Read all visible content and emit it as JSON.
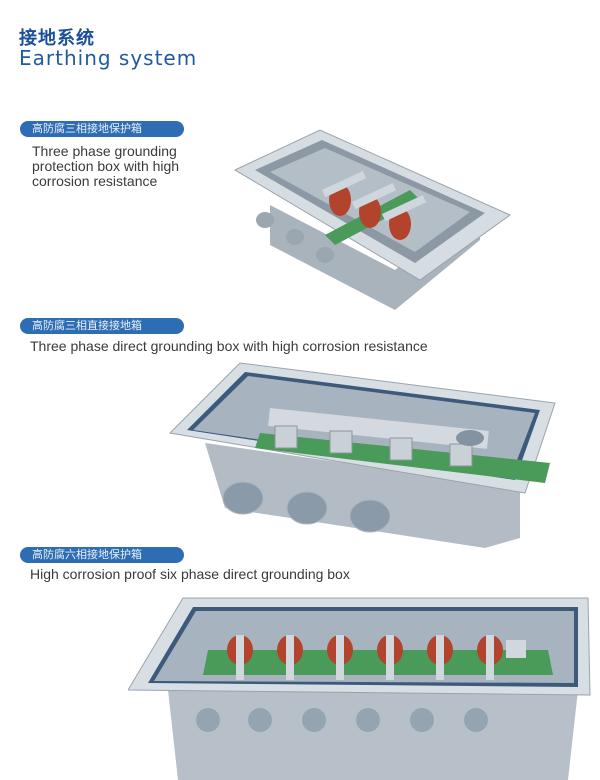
{
  "header": {
    "title_cn": "接地系统",
    "title_en": "Earthing system"
  },
  "products": [
    {
      "tag": "高防腐三相接地保护箱",
      "description_lines": [
        "Three phase grounding",
        "protection box with high",
        "corrosion resistance"
      ]
    },
    {
      "tag": "高防腐三相直接接地箱",
      "description": "Three phase direct grounding box with high corrosion resistance"
    },
    {
      "tag": "高防腐六相接地保护箱",
      "description": "High corrosion proof six phase direct grounding box"
    }
  ],
  "colors": {
    "brand_blue": "#2e6db3",
    "title_blue": "#1b4e9b",
    "box_grey": "#b7c0c8",
    "insulator_red": "#b2442e",
    "board_green": "#3f8f4e"
  }
}
